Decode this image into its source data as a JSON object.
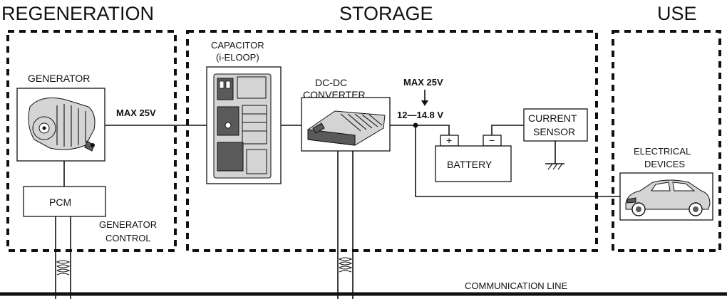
{
  "sections": {
    "regeneration": "REGENERATION",
    "storage": "STORAGE",
    "use": "USE"
  },
  "components": {
    "generator": "GENERATOR",
    "pcm": "PCM",
    "generator_control_line1": "GENERATOR",
    "generator_control_line2": "CONTROL",
    "capacitor_line1": "CAPACITOR",
    "capacitor_line2": "(i-ELOOP)",
    "dcdc_line1": "DC-DC",
    "dcdc_line2": "CONVERTER",
    "battery": "BATTERY",
    "battery_plus": "+",
    "battery_minus": "−",
    "current_sensor_line1": "CURRENT",
    "current_sensor_line2": "SENSOR",
    "electrical_devices_line1": "ELECTRICAL",
    "electrical_devices_line2": "DEVICES"
  },
  "voltages": {
    "generator_output": "MAX 25V",
    "converter_input": "MAX 25V",
    "converter_output": "12—14.8 V"
  },
  "communication_line": "COMMUNICATION LINE",
  "icons": {
    "generator": "alternator-icon",
    "capacitor": "capacitor-module-icon",
    "converter": "dc-dc-converter-icon",
    "car": "car-icon",
    "ground": "ground-icon"
  }
}
